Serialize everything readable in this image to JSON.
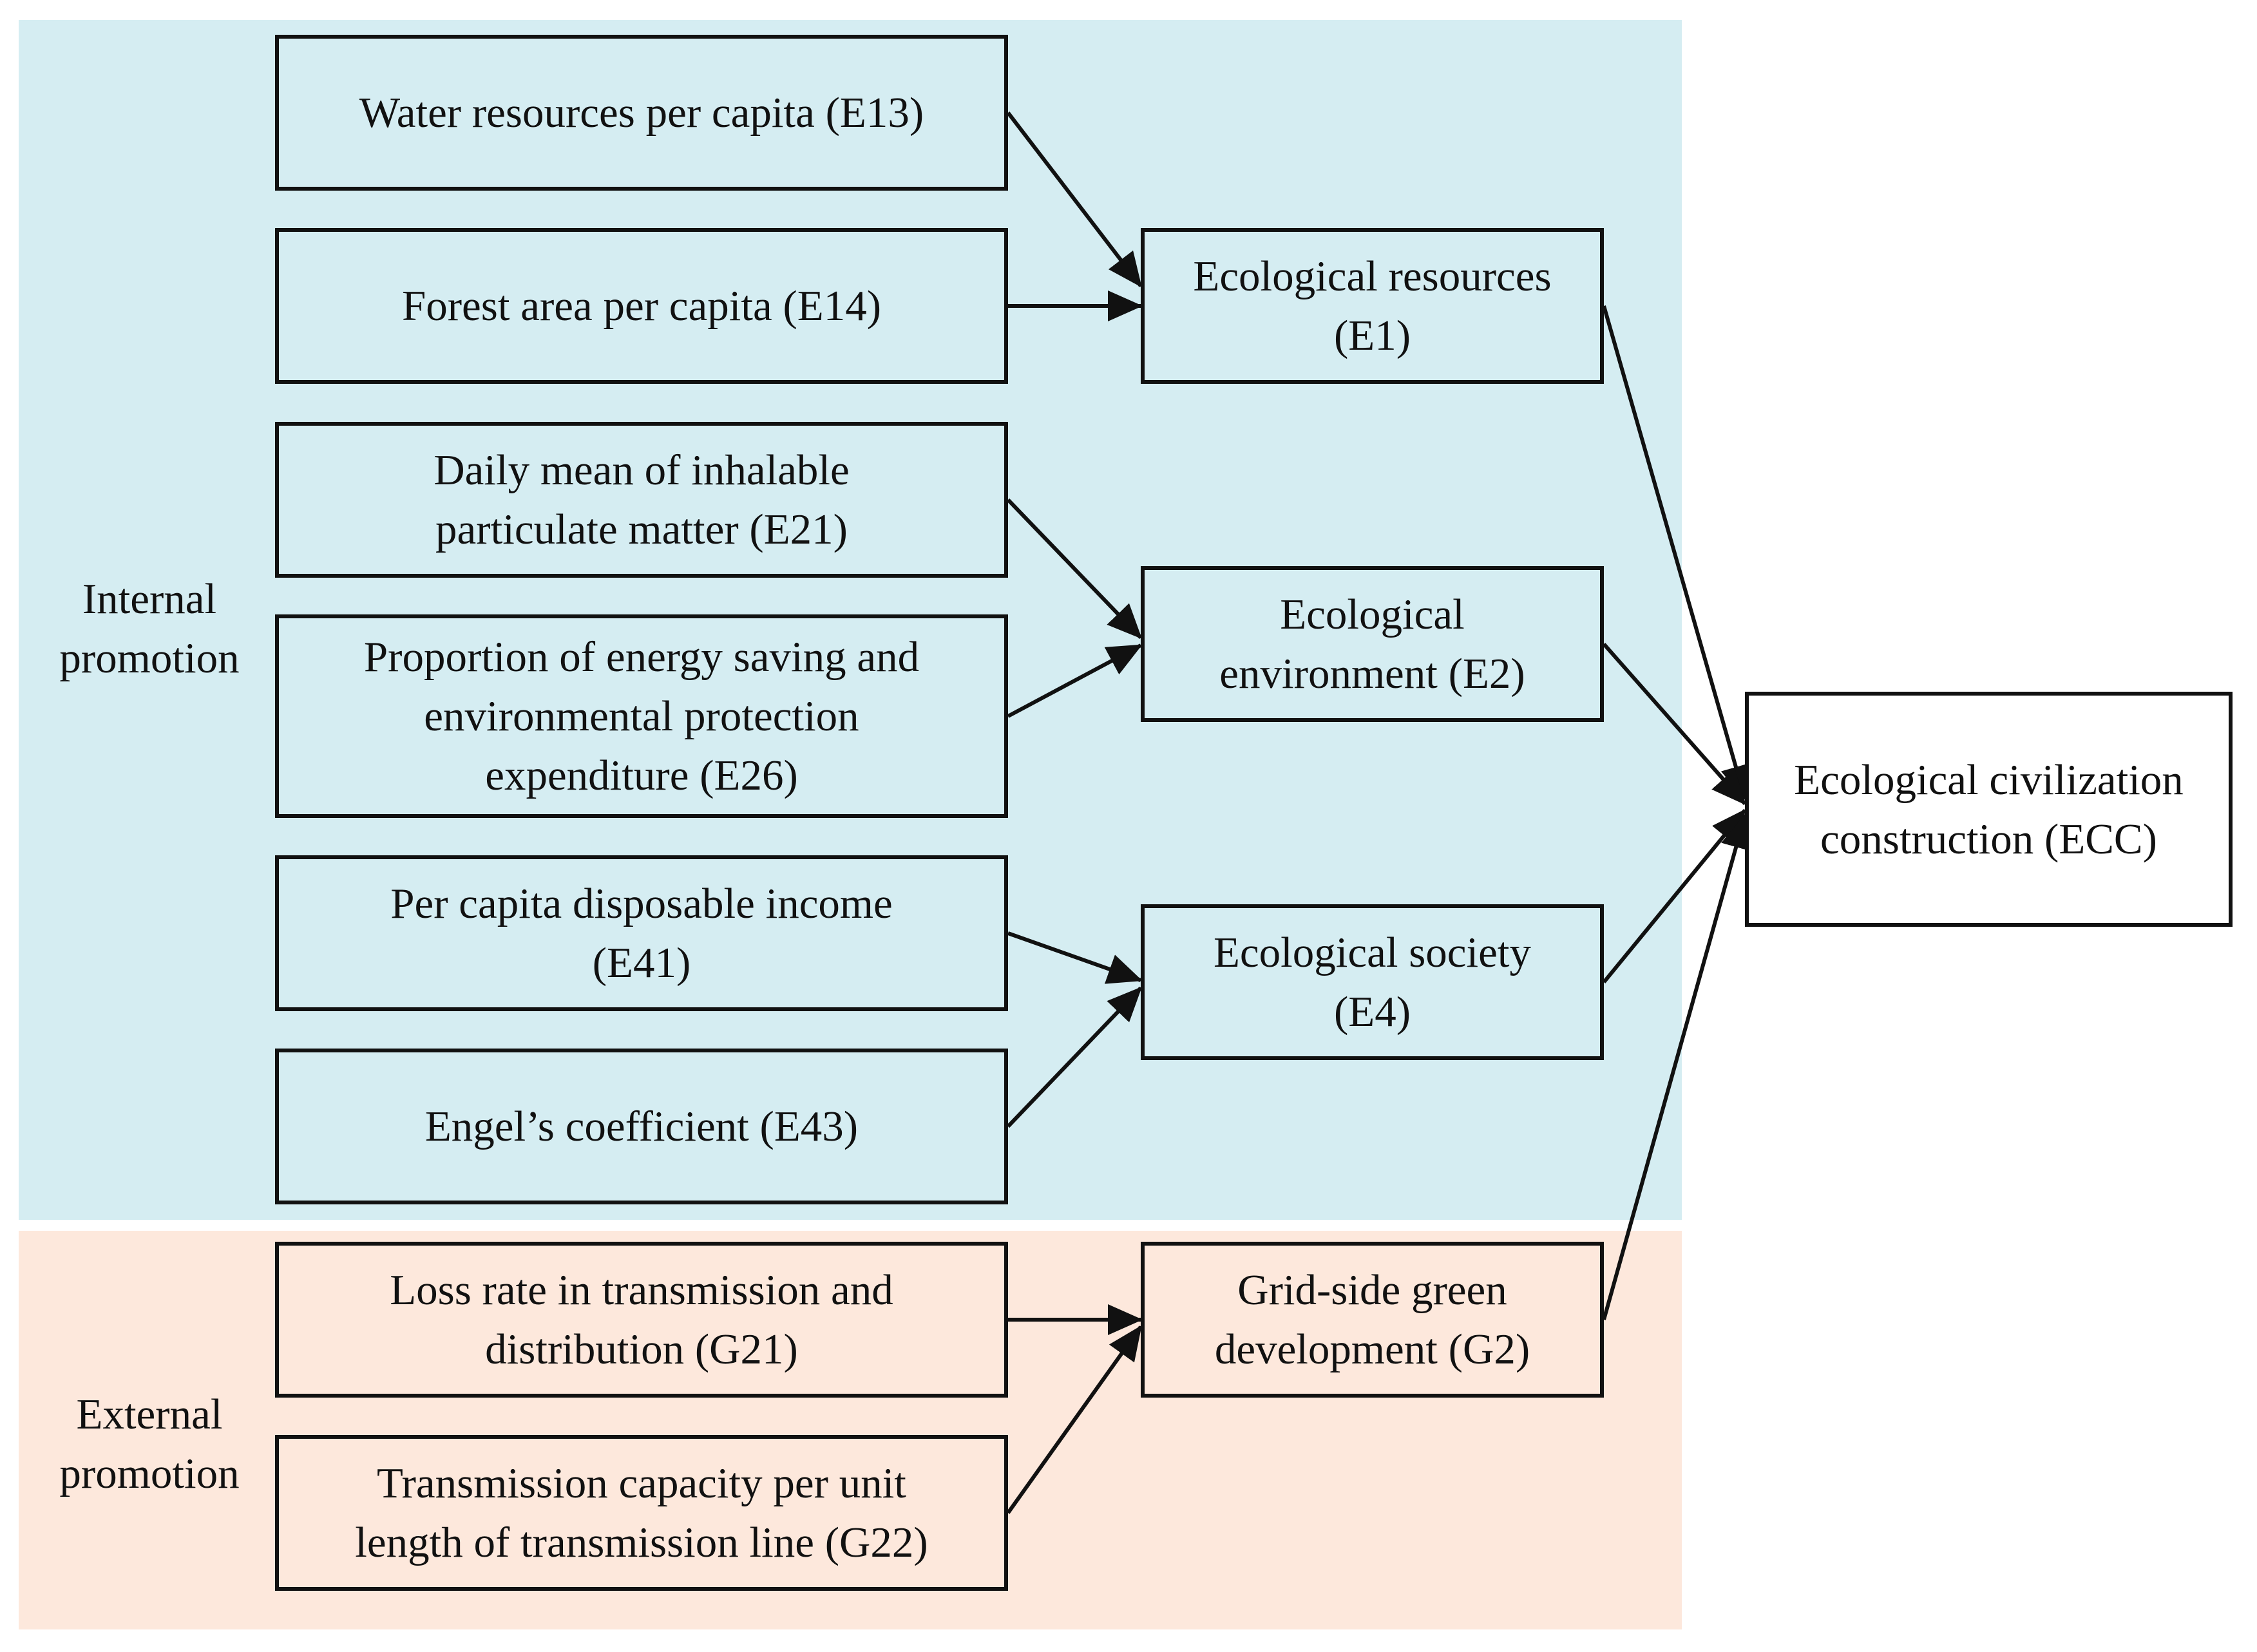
{
  "colors": {
    "internal_region": "#d5edf2",
    "external_region": "#fde8dc",
    "stroke": "#111111"
  },
  "regions": {
    "internal": {
      "label": [
        "Internal",
        "promotion"
      ]
    },
    "external": {
      "label": [
        "External",
        "promotion"
      ]
    }
  },
  "nodes": {
    "e13": [
      "Water resources per capita (E13)"
    ],
    "e14": [
      "Forest area per capita (E14)"
    ],
    "e21": [
      "Daily mean of inhalable",
      "particulate matter (E21)"
    ],
    "e26": [
      "Proportion of energy saving and",
      "environmental protection",
      "expenditure (E26)"
    ],
    "e41": [
      "Per capita disposable income",
      "(E41)"
    ],
    "e43": [
      "Engel’s coefficient (E43)"
    ],
    "g21": [
      "Loss rate in transmission and",
      "distribution (G21)"
    ],
    "g22": [
      "Transmission capacity per unit",
      "length of transmission line (G22)"
    ],
    "e1": [
      "Ecological resources",
      "(E1)"
    ],
    "e2": [
      "Ecological",
      "environment (E2)"
    ],
    "e4": [
      "Ecological society",
      "(E4)"
    ],
    "g2": [
      "Grid-side green",
      "development (G2)"
    ],
    "ecc": [
      "Ecological civilization",
      "construction (ECC)"
    ]
  },
  "edges": [
    [
      "e13",
      "e1"
    ],
    [
      "e14",
      "e1"
    ],
    [
      "e21",
      "e2"
    ],
    [
      "e26",
      "e2"
    ],
    [
      "e41",
      "e4"
    ],
    [
      "e43",
      "e4"
    ],
    [
      "g21",
      "g2"
    ],
    [
      "g22",
      "g2"
    ],
    [
      "e1",
      "ecc"
    ],
    [
      "e2",
      "ecc"
    ],
    [
      "e4",
      "ecc"
    ],
    [
      "g2",
      "ecc"
    ]
  ]
}
